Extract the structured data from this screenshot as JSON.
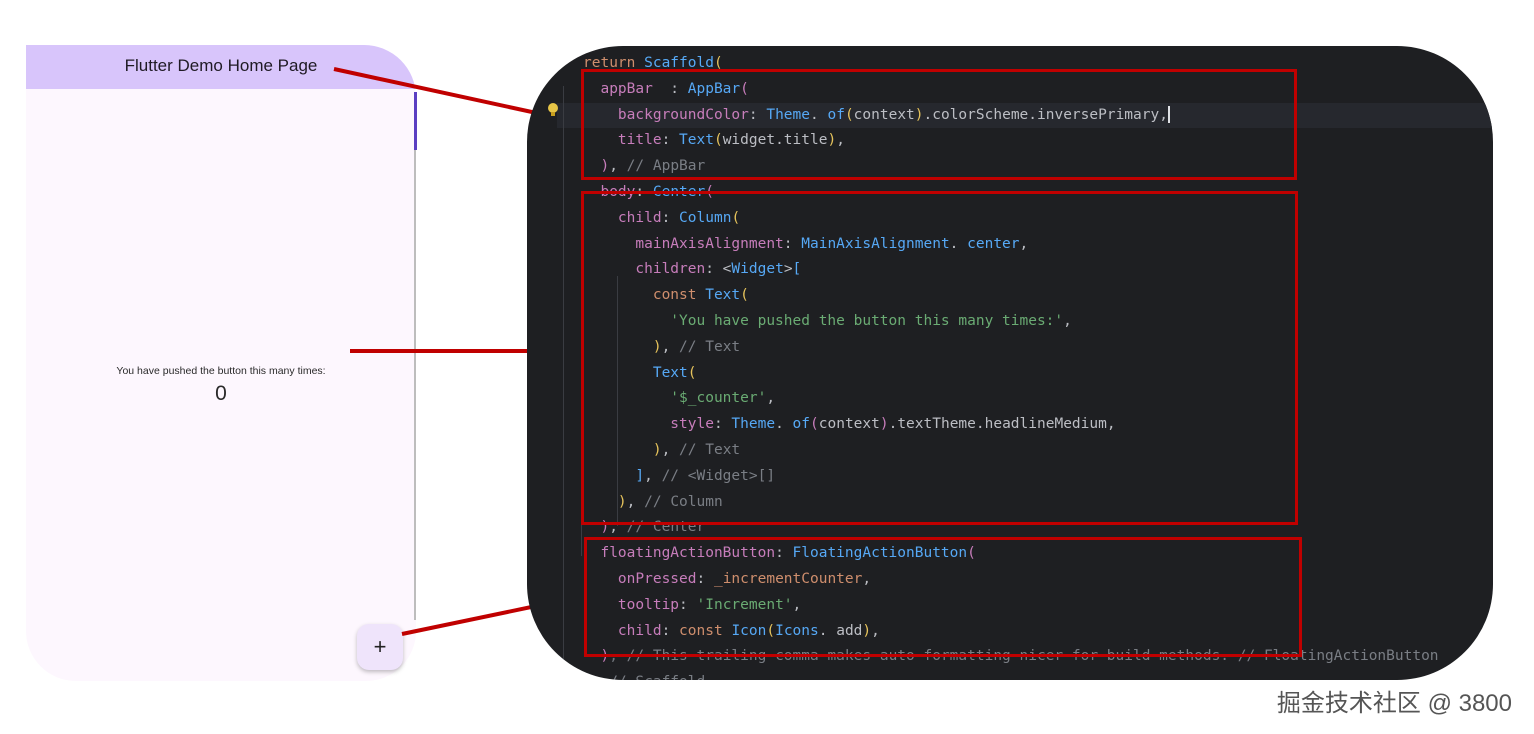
{
  "phone": {
    "app_bar_title": "Flutter Demo Home Page",
    "body_text": "You have pushed the button this many times:",
    "counter_value": "0",
    "fab_icon": "add-icon",
    "fab_glyph": "+",
    "app_bar_color": "#d8c5fb",
    "background_color": "#fdf7fe"
  },
  "editor": {
    "background_color": "#1e1f22",
    "highlight_color": "#c00000",
    "lines": [
      [
        [
          "kw",
          "return "
        ],
        [
          "fn",
          "Scaffold"
        ],
        [
          "br1",
          "("
        ]
      ],
      [
        [
          "pr",
          "  appBar"
        ],
        [
          "",
          "  : "
        ],
        [
          "cl",
          "AppBar"
        ],
        [
          "br2",
          "("
        ]
      ],
      [
        [
          "pr",
          "    backgroundColor"
        ],
        [
          "",
          ": "
        ],
        [
          "cl",
          "Theme"
        ],
        [
          "",
          ". "
        ],
        [
          "fn",
          "of"
        ],
        [
          "br1",
          "("
        ],
        [
          "",
          "context"
        ],
        [
          "br1",
          ")"
        ],
        [
          "",
          ".colorScheme.inversePrimary,"
        ]
      ],
      [
        [
          "pr",
          "    title"
        ],
        [
          "",
          ": "
        ],
        [
          "cl",
          "Text"
        ],
        [
          "br1",
          "("
        ],
        [
          "",
          "widget.title"
        ],
        [
          "br1",
          ")"
        ],
        [
          "",
          ","
        ]
      ],
      [
        [
          "br2",
          "  )"
        ],
        [
          "",
          ", "
        ],
        [
          "cm",
          "// AppBar"
        ]
      ],
      [
        [
          "pr",
          "  body"
        ],
        [
          "",
          ": "
        ],
        [
          "cl",
          "Center"
        ],
        [
          "br2",
          "("
        ]
      ],
      [
        [
          "pr",
          "    child"
        ],
        [
          "",
          ": "
        ],
        [
          "cl",
          "Column"
        ],
        [
          "br1",
          "("
        ]
      ],
      [
        [
          "pr",
          "      mainAxisAlignment"
        ],
        [
          "",
          ": "
        ],
        [
          "cl",
          "MainAxisAlignment"
        ],
        [
          "",
          ". "
        ],
        [
          "fn",
          "center"
        ],
        [
          "",
          ","
        ]
      ],
      [
        [
          "pr",
          "      children"
        ],
        [
          "",
          ": <"
        ],
        [
          "cl",
          "Widget"
        ],
        [
          "",
          ">"
        ],
        [
          "br3",
          "["
        ]
      ],
      [
        [
          "kw",
          "        const "
        ],
        [
          "cl",
          "Text"
        ],
        [
          "br1",
          "("
        ]
      ],
      [
        [
          "st",
          "          'You have pushed the button this many times:'"
        ],
        [
          "",
          ","
        ]
      ],
      [
        [
          "br1",
          "        )"
        ],
        [
          "",
          ", "
        ],
        [
          "cm",
          "// Text"
        ]
      ],
      [
        [
          "cl",
          "        Text"
        ],
        [
          "br1",
          "("
        ]
      ],
      [
        [
          "st",
          "          '$_counter'"
        ],
        [
          "",
          ","
        ]
      ],
      [
        [
          "pr",
          "          style"
        ],
        [
          "",
          ": "
        ],
        [
          "cl",
          "Theme"
        ],
        [
          "",
          ". "
        ],
        [
          "fn",
          "of"
        ],
        [
          "br2",
          "("
        ],
        [
          "",
          "context"
        ],
        [
          "br2",
          ")"
        ],
        [
          "",
          ".textTheme.headlineMedium,"
        ]
      ],
      [
        [
          "br1",
          "        )"
        ],
        [
          "",
          ", "
        ],
        [
          "cm",
          "// Text"
        ]
      ],
      [
        [
          "br3",
          "      ]"
        ],
        [
          "",
          ", "
        ],
        [
          "cm",
          "// <Widget>[]"
        ]
      ],
      [
        [
          "br1",
          "    )"
        ],
        [
          "",
          ", "
        ],
        [
          "cm",
          "// Column"
        ]
      ],
      [
        [
          "br2",
          "  )"
        ],
        [
          "",
          ", "
        ],
        [
          "cm",
          "// Center"
        ]
      ],
      [
        [
          "pr",
          "  floatingActionButton"
        ],
        [
          "",
          ": "
        ],
        [
          "cl",
          "FloatingActionButton"
        ],
        [
          "br2",
          "("
        ]
      ],
      [
        [
          "pr",
          "    onPressed"
        ],
        [
          "",
          ": "
        ],
        [
          "kw",
          "_incrementCounter"
        ],
        [
          "",
          ","
        ]
      ],
      [
        [
          "pr",
          "    tooltip"
        ],
        [
          "",
          ": "
        ],
        [
          "st",
          "'Increment'"
        ],
        [
          "",
          ","
        ]
      ],
      [
        [
          "pr",
          "    child"
        ],
        [
          "",
          ": "
        ],
        [
          "kw",
          "const "
        ],
        [
          "cl",
          "Icon"
        ],
        [
          "br1",
          "("
        ],
        [
          "cl",
          "Icons"
        ],
        [
          "",
          ". "
        ],
        [
          "",
          "add"
        ],
        [
          "br1",
          ")"
        ],
        [
          "",
          ","
        ]
      ],
      [
        [
          "br2",
          "  )"
        ],
        [
          "",
          ", "
        ],
        [
          "cm",
          "// This trailing comma makes auto-formatting nicer for build methods. // FloatingActionButton"
        ]
      ],
      [
        [
          "br1",
          ")"
        ],
        [
          "",
          ", "
        ],
        [
          "cm",
          "// Scaffold"
        ]
      ]
    ]
  },
  "watermark": "掘金技术社区 @ 3800"
}
